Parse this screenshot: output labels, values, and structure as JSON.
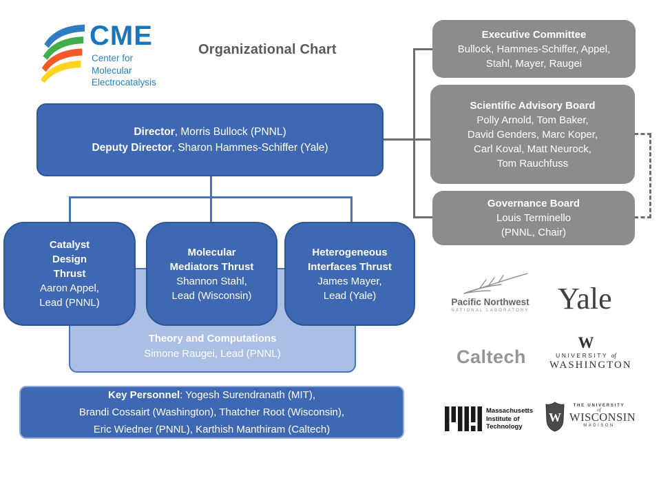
{
  "header": {
    "logo": {
      "acronym": "CME",
      "name": "Center for Molecular\nElectrocatalysis"
    },
    "title": "Organizational Chart"
  },
  "boards": {
    "executive": {
      "title": "Executive Committee",
      "members": "Bullock, Hammes-Schiffer, Appel,\nStahl, Mayer, Raugei"
    },
    "advisory": {
      "title": "Scientific Advisory Board",
      "members": "Polly Arnold, Tom Baker,\nDavid Genders, Marc Koper,\nCarl Koval, Matt Neurock,\nTom Rauchfuss"
    },
    "governance": {
      "title": "Governance Board",
      "members": "Louis Terminello\n(PNNL, Chair)"
    }
  },
  "director_box": {
    "line1_label": "Director",
    "line1_rest": ", Morris Bullock (PNNL)",
    "line2_label": "Deputy Director",
    "line2_rest": ", Sharon Hammes-Schiffer (Yale)"
  },
  "thrusts": [
    {
      "title": "Catalyst\nDesign\nThrust",
      "lead": "Aaron Appel,\nLead (PNNL)"
    },
    {
      "title": "Molecular\nMediators Thrust",
      "lead": "Shannon Stahl,\nLead (Wisconsin)"
    },
    {
      "title": "Heterogeneous\nInterfaces Thrust",
      "lead": "James Mayer,\nLead (Yale)"
    }
  ],
  "theory": {
    "title": "Theory and Computations",
    "lead": "Simone Raugei, Lead (PNNL)"
  },
  "key_personnel": {
    "label": "Key Personnel",
    "rest": ": Yogesh Surendranath (MIT),\nBrandi Cossairt (Washington), Thatcher Root (Wisconsin),\nEric Wiedner (PNNL), Karthish Manthiram (Caltech)"
  },
  "partner_logos": {
    "pnnl": {
      "name": "Pacific Northwest",
      "sub": "NATIONAL LABORATORY"
    },
    "yale": {
      "text": "Yale"
    },
    "caltech": {
      "text": "Caltech"
    },
    "washington": {
      "mark": "W",
      "line1": "UNIVERSITY",
      "of": "of",
      "line2": "WASHINGTON"
    },
    "mit": {
      "name": "Massachusetts\nInstitute of\nTechnology"
    },
    "wisconsin": {
      "mark": "W",
      "line1": "THE UNIVERSITY",
      "line2": "of",
      "line3": "WISCONSIN",
      "line4": "MADISON"
    }
  },
  "colors": {
    "box_blue": "#3E68B2",
    "box_blue_border": "#2E5597",
    "box_light_blue": "#A9BFE4",
    "box_gray": "#8C8C8C",
    "line_gray": "#6E6E6E",
    "line_blue": "#4472C4",
    "brand_blue": "#1B75BC",
    "title_gray": "#58595B"
  }
}
